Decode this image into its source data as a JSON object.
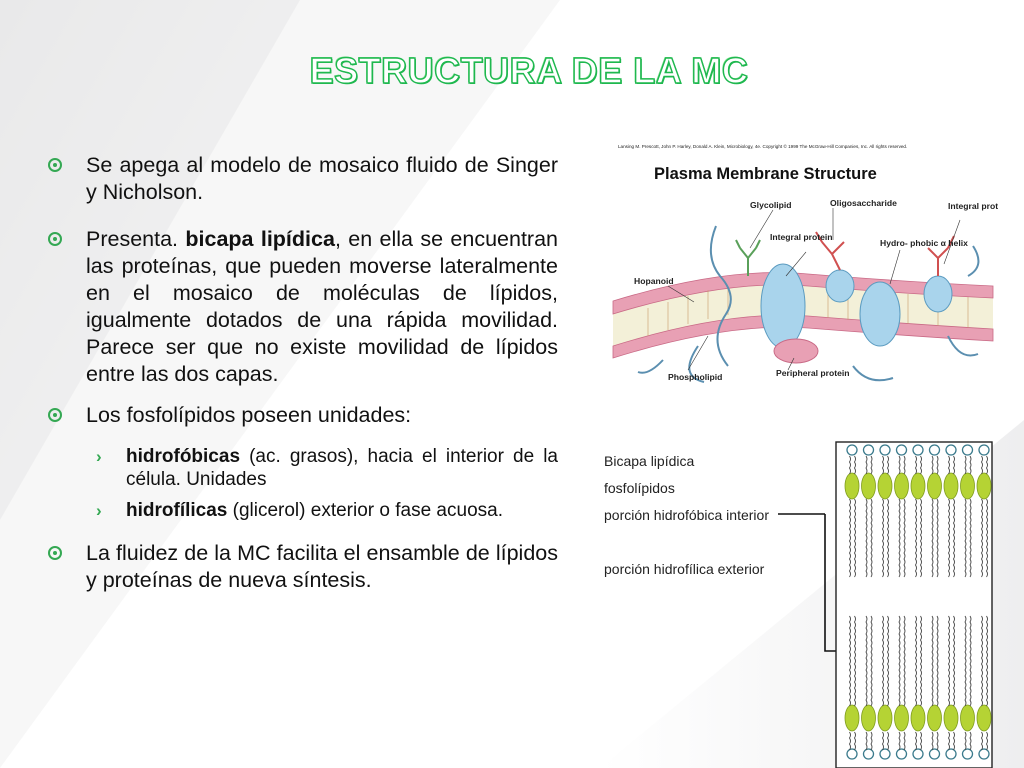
{
  "title": "ESTRUCTURA DE LA MC",
  "bullets": {
    "b1": "Se apega al modelo de mosaico fluido de Singer y Nicholson.",
    "b2_pre": "Presenta. ",
    "b2_bold": "bicapa lipídica",
    "b2_post": ", en ella  se encuentran las proteínas, que pueden moverse lateralmente en el mosaico de moléculas de lípidos, igualmente dotados de una rápida movilidad. Parece ser que no existe movilidad de lípidos entre las dos capas.",
    "b3": "Los fosfolípidos poseen unidades:",
    "sub1_bold": "hidrofóbicas",
    "sub1_rest": " (ac. grasos), hacia el interior de la célula. Unidades",
    "sub2_bold": "hidrofílicas",
    "sub2_rest": " (glicerol) exterior o fase acuosa.",
    "b4": "La fluidez de la MC facilita el ensamble de lípidos y proteínas de nueva síntesis."
  },
  "figure1": {
    "credit": "Lansing M. Prescott, John P. Harley, Donald A. Klein, Microbiology, 4e. Copyright © 1999 The McGraw-Hill Companies, Inc.  All rights reserved.",
    "heading": "Plasma Membrane Structure",
    "labels": {
      "glycolipid": "Glycolipid",
      "oligosaccharide": "Oligosaccharide",
      "integral_protein_top": "Integral protein",
      "integral_protein_mid": "Integral protein",
      "hopanoid": "Hopanoid",
      "hydrophobic": "Hydro- phobic α helix",
      "phospholipid": "Phospholipid",
      "peripheral_protein": "Peripheral protein"
    }
  },
  "figure2": {
    "labels": {
      "bicapa": "Bicapa lipídica",
      "fosfolipidos": "fosfolípidos",
      "hidrofobica": "porción hidrofóbica interior",
      "hidrofilica": "porción hidrofílica exterior"
    }
  },
  "colors": {
    "accent": "#34a853",
    "title_outline": "#1fb84f",
    "membrane_pink": "#e8a0b4",
    "protein_blue": "#a9d4ec",
    "head_green": "#b5d334"
  }
}
